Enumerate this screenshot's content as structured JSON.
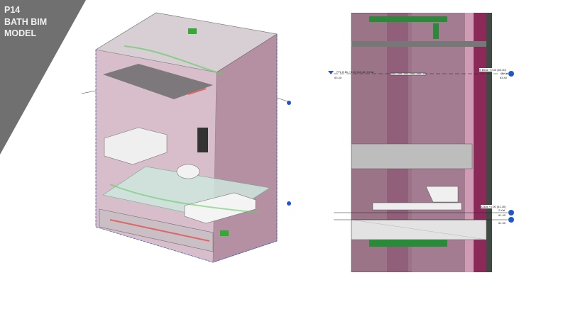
{
  "slide": {
    "page_number": "P14",
    "title_line1": "BATH BIM",
    "title_line2": "MODEL",
    "banner_color": "#707070"
  },
  "section_view": {
    "level_upper_left": "FFL B BL +0.00 (63.40) 3.Kat",
    "level_upper_left_value": "63.40",
    "level_upper_right": "S Bese +0.00 (63.30)",
    "level_upper_right_sub": "3.Kat",
    "level_upper_right_value": "63.40",
    "level_lower_right": "A Bas +0.00 (61.30)",
    "level_lower_right_sub": "2.Kat",
    "level_lower_right_value": "61.40",
    "level_lower_right_value2": "61.30"
  }
}
